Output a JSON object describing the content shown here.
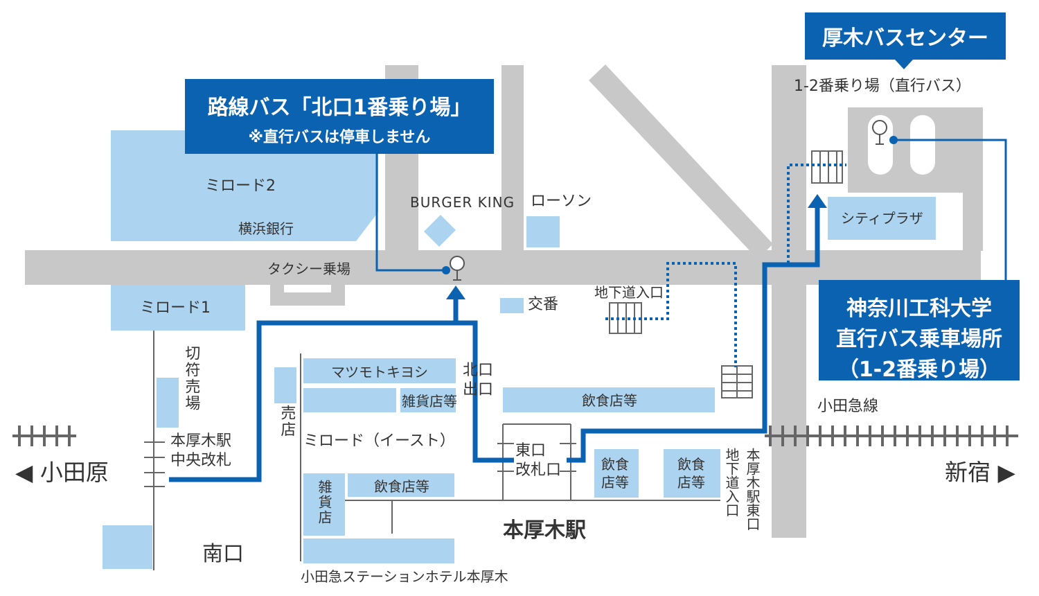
{
  "colors": {
    "road": "#c8c8c8",
    "building": "#acd3ef",
    "route": "#0a62b0",
    "text": "#333333",
    "callout_bg": "#0a62b0",
    "callout_text": "#ffffff"
  },
  "callouts": {
    "bus_center": "厚木バスセンター",
    "local_bus_title": "路線バス「北口1番乗り場」",
    "local_bus_note": "※直行バスは停車しません",
    "kait_line1": "神奈川工科大学",
    "kait_line2": "直行バス乗車場所",
    "kait_line3": "（1-2番乗り場）"
  },
  "labels": {
    "platform_12": "1-2番乗り場（直行バス）",
    "mirodo2": "ミロード2",
    "yokohama_bank": "横浜銀行",
    "burger_king": "BURGER KING",
    "lawson": "ローソン",
    "city_plaza": "シティプラザ",
    "taxi": "タクシー乗場",
    "mirodo1": "ミロード1",
    "koban": "交番",
    "underpass_entrance": "地下道入口",
    "ticket_office": "切符売場",
    "central_gate_line1": "本厚木駅",
    "central_gate_line2": "中央改札",
    "shop_kiosk": "売店",
    "matsumoto": "マツモトキヨシ",
    "zakka1": "雑貨店等",
    "north_exit": "北口出口",
    "restaurants1": "飲食店等",
    "odakyu_line": "小田急線",
    "mirodo_east": "ミロード（イースト）",
    "east_gate_line1": "東口",
    "east_gate_line2": "改札口",
    "restaurants_small1": "飲食店等",
    "restaurants_small2": "飲食店等",
    "underpass_vertical": "地下道入口",
    "east_exit_vertical": "本厚木駅東口",
    "odawara": "◀ 小田原",
    "shinjuku": "新宿 ▶",
    "zakka2": "雑貨店",
    "restaurants2": "飲食店等",
    "hon_atsugi_station": "本厚木駅",
    "south_exit": "南口",
    "station_hotel": "小田急ステーションホテル本厚木"
  }
}
